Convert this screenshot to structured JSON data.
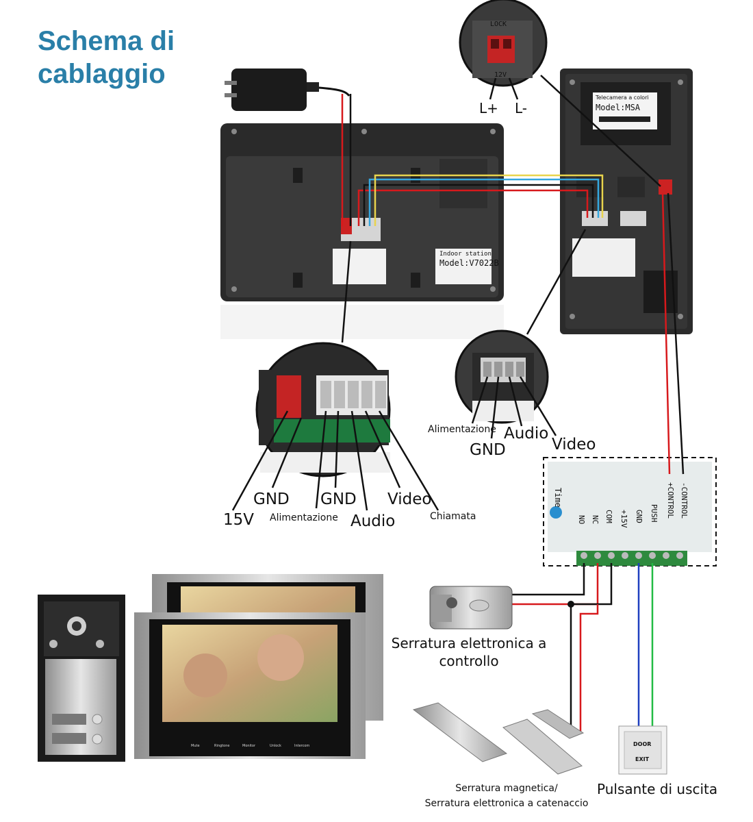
{
  "title": {
    "line1": "Schema di",
    "line2": "cablaggio"
  },
  "indoor_label": {
    "line1": "Indoor station",
    "line2": "Model:V7022B"
  },
  "outdoor_label": {
    "line1": "Telecamera a colori",
    "line2": "Model:MSA"
  },
  "lock_header": "LOCK",
  "lock_voltage": "12V",
  "lock_plus": "L+",
  "lock_minus": "L-",
  "indoor_zoom_labels": {
    "v15": "15V",
    "gnd1": "GND",
    "alimentazione": "Alimentazione",
    "gnd2": "GND",
    "audio": "Audio",
    "video": "Video",
    "chiamata": "Chiamata"
  },
  "outdoor_zoom_labels": {
    "alimentazione": "Alimentazione",
    "gnd": "GND",
    "audio": "Audio",
    "video": "Video"
  },
  "controller": {
    "time": "Time",
    "terminals": [
      "NO",
      "NC",
      "COM",
      "+15V",
      "GND",
      "PUSH",
      "+CONTROL",
      "-CONTROL"
    ]
  },
  "devices": {
    "lock_control": {
      "line1": "Serratura elettronica a",
      "line2": "controllo"
    },
    "magnetic": {
      "line1": "Serratura magnetica/",
      "line2": "Serratura elettronica a catenaccio"
    },
    "exit_button": "Pulsante di uscita",
    "exit_plate": {
      "line1": "DOOR",
      "line2": "EXIT"
    }
  },
  "monitor_buttons": [
    "Mute",
    "Ringtone",
    "Monitor",
    "Unlock",
    "Intercom"
  ],
  "colors": {
    "title": "#2a7fa8",
    "wire_red": "#d7191c",
    "wire_black": "#111111",
    "wire_blue": "#1f3fbf",
    "wire_green": "#22bb44",
    "wire_yellow": "#e8d44d",
    "wire_lightblue": "#35a8e0"
  }
}
